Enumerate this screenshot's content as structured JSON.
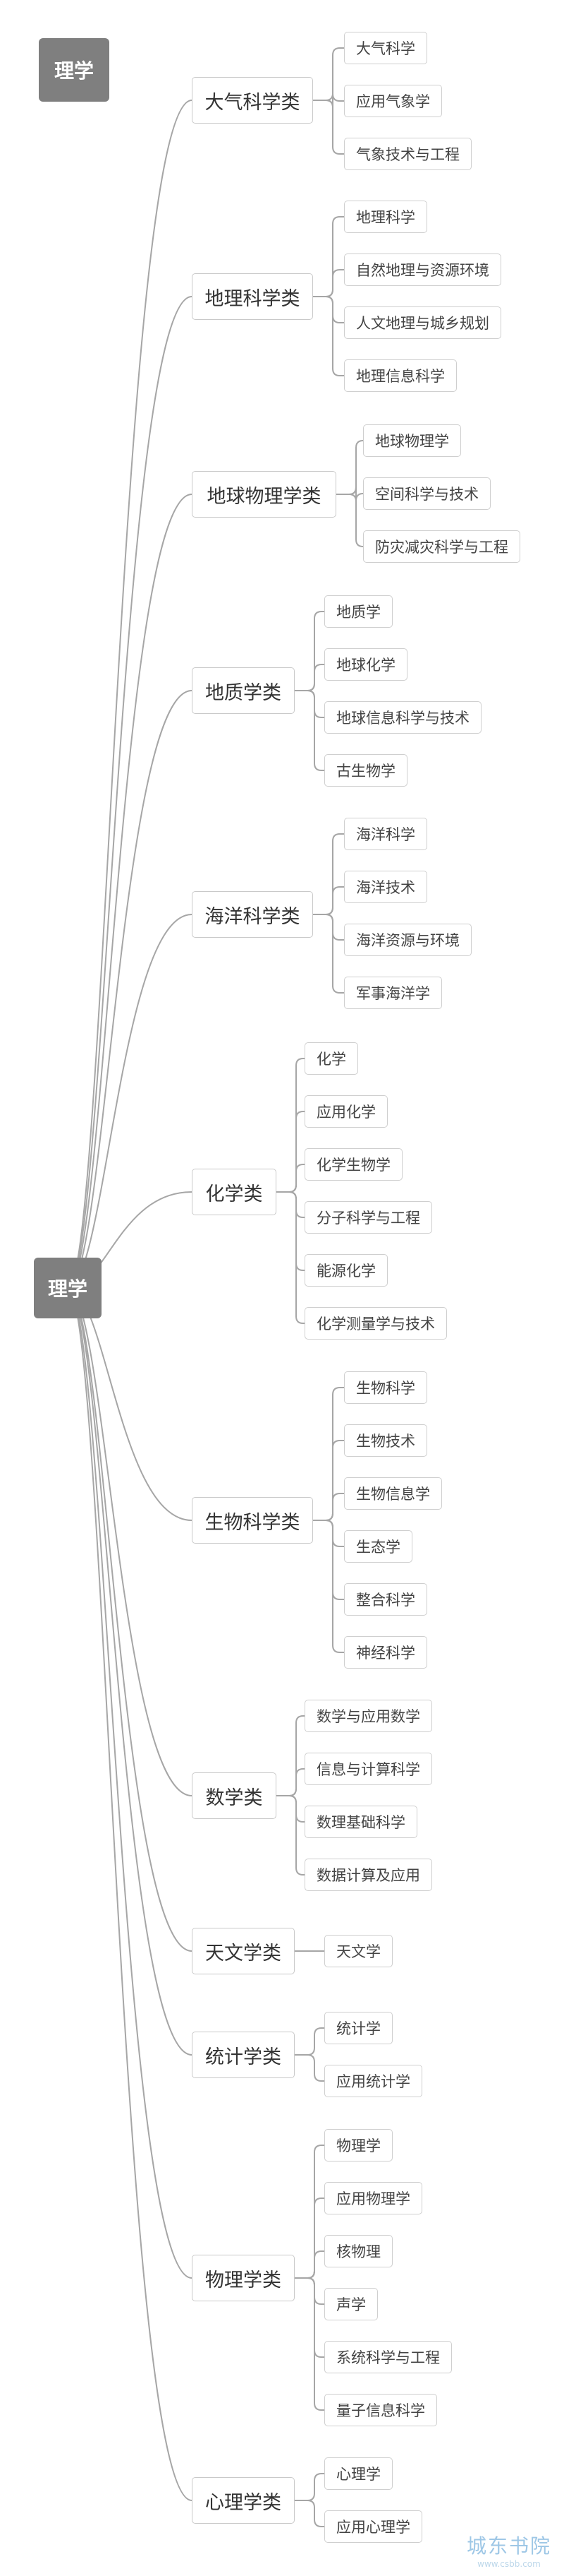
{
  "corner_label": "理学",
  "root_label": "理学",
  "categories": [
    {
      "label": "大气科学类",
      "items": [
        "大气科学",
        "应用气象学",
        "气象技术与工程"
      ]
    },
    {
      "label": "地理科学类",
      "items": [
        "地理科学",
        "自然地理与资源环境",
        "人文地理与城乡规划",
        "地理信息科学"
      ]
    },
    {
      "label": "地球物理学类",
      "items": [
        "地球物理学",
        "空间科学与技术",
        "防灾减灾科学与工程"
      ]
    },
    {
      "label": "地质学类",
      "items": [
        "地质学",
        "地球化学",
        "地球信息科学与技术",
        "古生物学"
      ]
    },
    {
      "label": "海洋科学类",
      "items": [
        "海洋科学",
        "海洋技术",
        "海洋资源与环境",
        "军事海洋学"
      ]
    },
    {
      "label": "化学类",
      "items": [
        "化学",
        "应用化学",
        "化学生物学",
        "分子科学与工程",
        "能源化学",
        "化学测量学与技术"
      ]
    },
    {
      "label": "生物科学类",
      "items": [
        "生物科学",
        "生物技术",
        "生物信息学",
        "生态学",
        "整合科学",
        "神经科学"
      ]
    },
    {
      "label": "数学类",
      "items": [
        "数学与应用数学",
        "信息与计算科学",
        "数理基础科学",
        "数据计算及应用"
      ]
    },
    {
      "label": "天文学类",
      "items": [
        "天文学"
      ]
    },
    {
      "label": "统计学类",
      "items": [
        "统计学",
        "应用统计学"
      ]
    },
    {
      "label": "物理学类",
      "items": [
        "物理学",
        "应用物理学",
        "核物理",
        "声学",
        "系统科学与工程",
        "量子信息科学"
      ]
    },
    {
      "label": "心理学类",
      "items": [
        "心理学",
        "应用心理学"
      ]
    }
  ],
  "watermark": {
    "main": "城东书院",
    "sub": "www.csbb.com"
  },
  "colors": {
    "badge": "#7f7f7f",
    "line": "#a6a6a6",
    "border": "#c9c9c9"
  }
}
